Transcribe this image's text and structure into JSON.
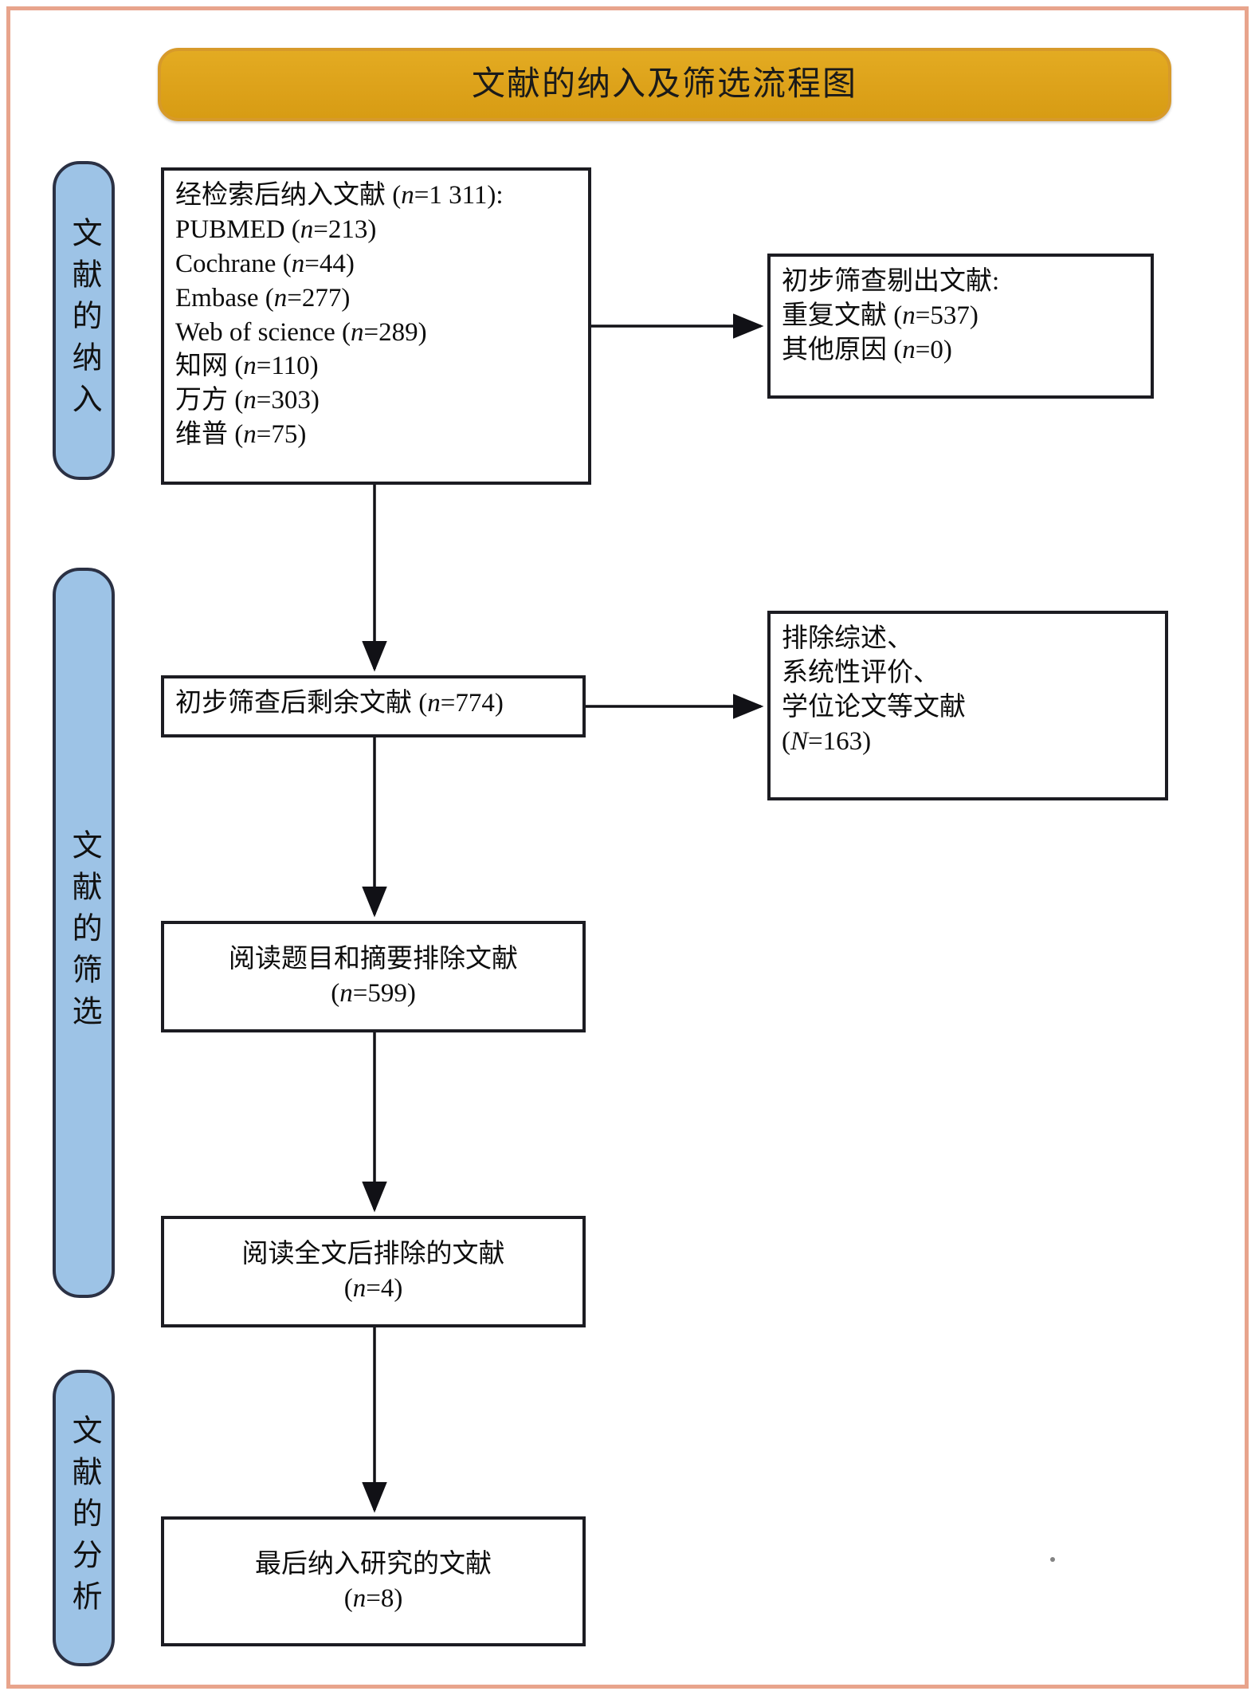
{
  "title": {
    "text": "文献的纳入及筛选流程图",
    "banner_color": "#e0a81f",
    "banner_border_color": "#d79a2a"
  },
  "page": {
    "border_color": "#e8a48c",
    "background": "#ffffff"
  },
  "stages": [
    {
      "id": "inclusion",
      "label": "文献的纳入",
      "fill": "#9dc3e6",
      "stroke": "#2b3144"
    },
    {
      "id": "screening",
      "label": "文献的筛选",
      "fill": "#9dc3e6",
      "stroke": "#2b3144"
    },
    {
      "id": "analysis",
      "label": "文献的分析",
      "fill": "#9dc3e6",
      "stroke": "#2b3144"
    }
  ],
  "boxes": {
    "search": {
      "name": "identification-box",
      "lines": [
        "经检索后纳入文献 (n=1 311):",
        "PUBMED (n=213)",
        "Cochrane (n=44)",
        "Embase (n=277)",
        "Web of science (n=289)",
        "知网 (n=110)",
        "万方 (n=303)",
        "维普 (n=75)"
      ],
      "header": "经检索后纳入文献",
      "total": "1 311",
      "sources": [
        {
          "name": "PUBMED",
          "n": 213
        },
        {
          "name": "Cochrane",
          "n": 44
        },
        {
          "name": "Embase",
          "n": 277
        },
        {
          "name": "Web of science",
          "n": 289
        },
        {
          "name": "知网",
          "n": 110
        },
        {
          "name": "万方",
          "n": 303
        },
        {
          "name": "维普",
          "n": 75
        }
      ]
    },
    "duplicates": {
      "name": "initial-exclusion-box",
      "lines": [
        "初步筛查剔出文献:",
        "重复文献 (n=537)",
        "其他原因 (n=0)"
      ],
      "heading": "初步筛查剔出文献:",
      "items": [
        {
          "label": "重复文献",
          "n": 537
        },
        {
          "label": "其他原因",
          "n": 0
        }
      ]
    },
    "remaining": {
      "name": "remaining-after-screening-box",
      "lines": [
        "初步筛查后剩余文献 (n=774)"
      ],
      "label": "初步筛查后剩余文献",
      "n": 774
    },
    "exclude_types": {
      "name": "excluded-article-types-box",
      "lines": [
        "排除综述、",
        "系统性评价、",
        "学位论文等文献",
        "(N=163)"
      ],
      "n": 163,
      "n_symbol": "N"
    },
    "title_abstract": {
      "name": "title-abstract-exclusion-box",
      "lines": [
        "阅读题目和摘要排除文献",
        "(n=599)"
      ],
      "label": "阅读题目和摘要排除文献",
      "n": 599
    },
    "full_text": {
      "name": "full-text-exclusion-box",
      "lines": [
        "阅读全文后排除的文献",
        "(n=4)"
      ],
      "label": "阅读全文后排除的文献",
      "n": 4
    },
    "final": {
      "name": "final-included-box",
      "lines": [
        "最后纳入研究的文献",
        "(n=8)"
      ],
      "label": "最后纳入研究的文献",
      "n": 8
    }
  },
  "chart_data": {
    "type": "diagram",
    "title": "文献的纳入及筛选流程图",
    "flow": [
      {
        "step": 1,
        "node": "经检索后纳入文献",
        "n": 1311
      },
      {
        "step": 2,
        "node": "初步筛查剔出文献：重复文献",
        "n": 537
      },
      {
        "step": 2,
        "node": "初步筛查剔出文献：其他原因",
        "n": 0
      },
      {
        "step": 3,
        "node": "初步筛查后剩余文献",
        "n": 774
      },
      {
        "step": 4,
        "node": "排除综述、系统性评价、学位论文等文献",
        "n": 163
      },
      {
        "step": 5,
        "node": "阅读题目和摘要排除文献",
        "n": 599
      },
      {
        "step": 6,
        "node": "阅读全文后排除的文献",
        "n": 4
      },
      {
        "step": 7,
        "node": "最后纳入研究的文献",
        "n": 8
      }
    ]
  }
}
